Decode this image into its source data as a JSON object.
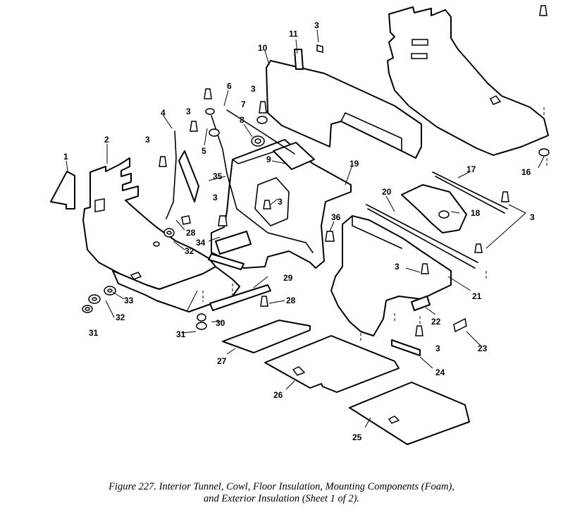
{
  "figure": {
    "caption_line1": "Figure 227.  Interior Tunnel, Cowl, Floor Insulation, Mounting Components (Foam),",
    "caption_line2": "and Exterior Insulation (Sheet 1 of 2)."
  },
  "callouts": {
    "n1": "1",
    "n2": "2",
    "n3": "3",
    "n4": "4",
    "n5": "5",
    "n6": "6",
    "n7": "7",
    "n8": "8",
    "n9": "9",
    "n10": "10",
    "n11": "11",
    "n16": "16",
    "n17": "17",
    "n18": "18",
    "n19": "19",
    "n20": "20",
    "n21": "21",
    "n22": "22",
    "n23": "23",
    "n24": "24",
    "n25": "25",
    "n26": "26",
    "n27": "27",
    "n28": "28",
    "n29": "29",
    "n30": "30",
    "n31": "31",
    "n32": "32",
    "n33": "33",
    "n34": "34",
    "n35": "35",
    "n36": "36"
  }
}
